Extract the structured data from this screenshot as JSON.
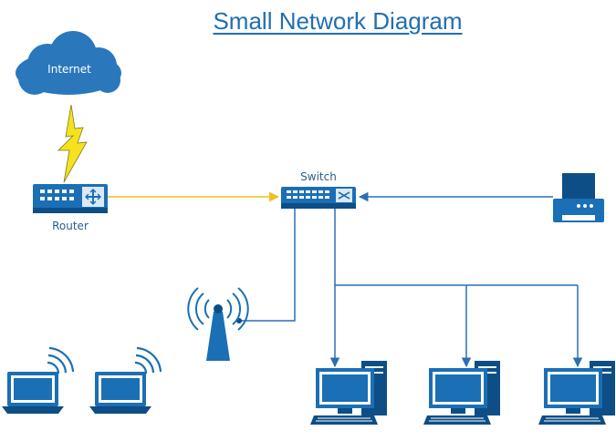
{
  "title": "Small Network Diagram",
  "colors": {
    "device_blue": "#1a6fb5",
    "dark_blue": "#0d4e86",
    "cloud_blue": "#2a78bb",
    "link_line": "#2a6fb3",
    "router_link": "#f0c020",
    "lightning": "#f5e21c"
  },
  "nodes": {
    "internet": {
      "label": "Internet",
      "icon": "cloud-icon"
    },
    "router": {
      "label": "Router",
      "icon": "router-icon"
    },
    "switch": {
      "label": "Switch",
      "icon": "switch-icon"
    },
    "printer": {
      "icon": "printer-icon"
    },
    "access_point": {
      "icon": "wireless-access-point-icon"
    },
    "laptops": [
      {
        "icon": "laptop-wifi-icon"
      },
      {
        "icon": "laptop-wifi-icon"
      }
    ],
    "desktops": [
      {
        "icon": "desktop-computer-icon"
      },
      {
        "icon": "desktop-computer-icon"
      },
      {
        "icon": "desktop-computer-icon"
      }
    ]
  },
  "links": [
    {
      "from": "internet",
      "to": "router",
      "type": "wireless-lightning"
    },
    {
      "from": "router",
      "to": "switch",
      "type": "yellow-arrow"
    },
    {
      "from": "printer",
      "to": "switch",
      "type": "arrow"
    },
    {
      "from": "switch",
      "to": "access_point",
      "type": "line"
    },
    {
      "from": "switch",
      "to": "desktops",
      "type": "arrow"
    }
  ]
}
